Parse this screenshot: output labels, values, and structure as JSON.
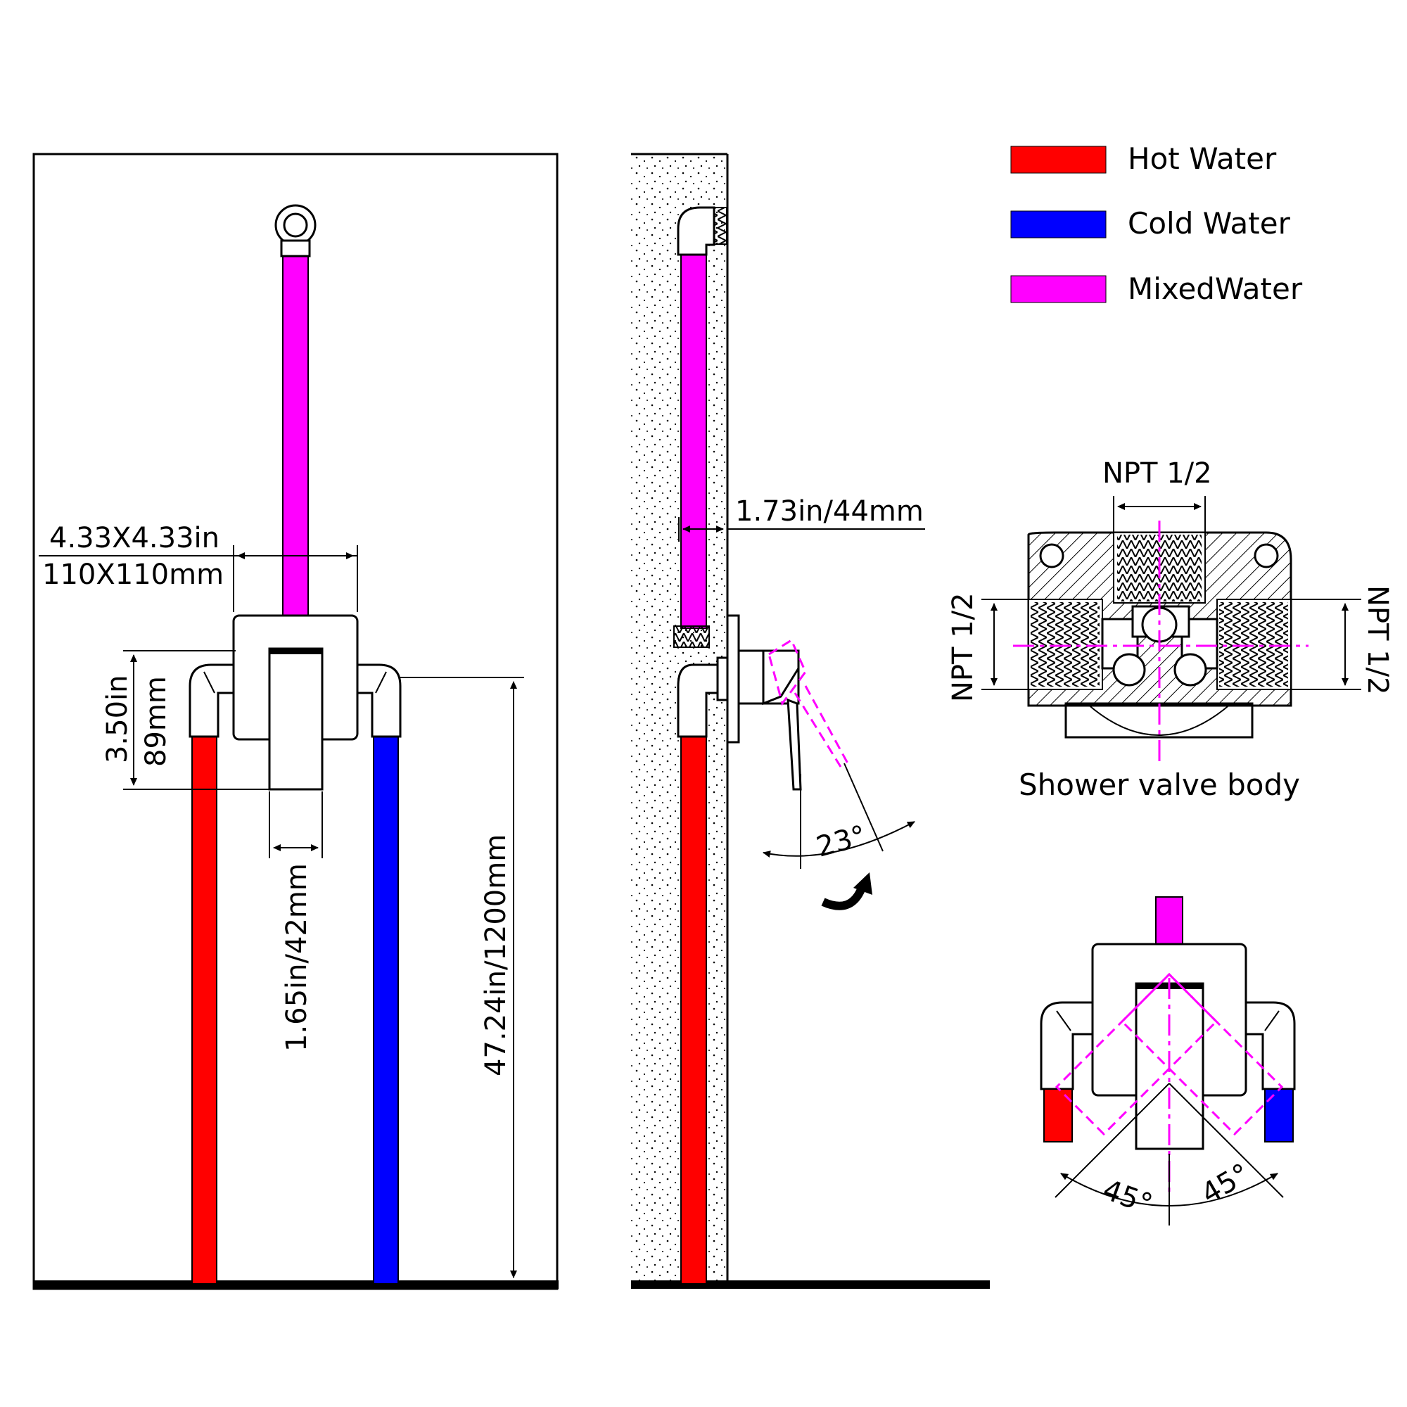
{
  "legend": {
    "items": [
      {
        "label": "Hot  Water",
        "color": "#ff0000"
      },
      {
        "label": "Cold  Water",
        "color": "#0000ff"
      },
      {
        "label": "MixedWater",
        "color": "#ff00ff"
      }
    ]
  },
  "front_view": {
    "plate_size_in": "4.33X4.33in",
    "plate_size_mm": "110X110mm",
    "height_in": "3.50in",
    "height_mm": "89mm",
    "handle_width": "1.65in/42mm",
    "install_height": "47.24in/1200mm"
  },
  "side_view": {
    "wall_depth": "1.73in/44mm",
    "handle_angle": "23°"
  },
  "valve_body": {
    "top_thread": "NPT 1/2",
    "left_thread": "NPT 1/2",
    "right_thread": "NPT 1/2",
    "caption": "Shower valve body"
  },
  "rotation_view": {
    "left_angle": "45°",
    "right_angle": "45°"
  },
  "colors": {
    "hot": "#ff0000",
    "cold": "#0000ff",
    "mixed": "#ff00ff",
    "line": "#000000"
  }
}
